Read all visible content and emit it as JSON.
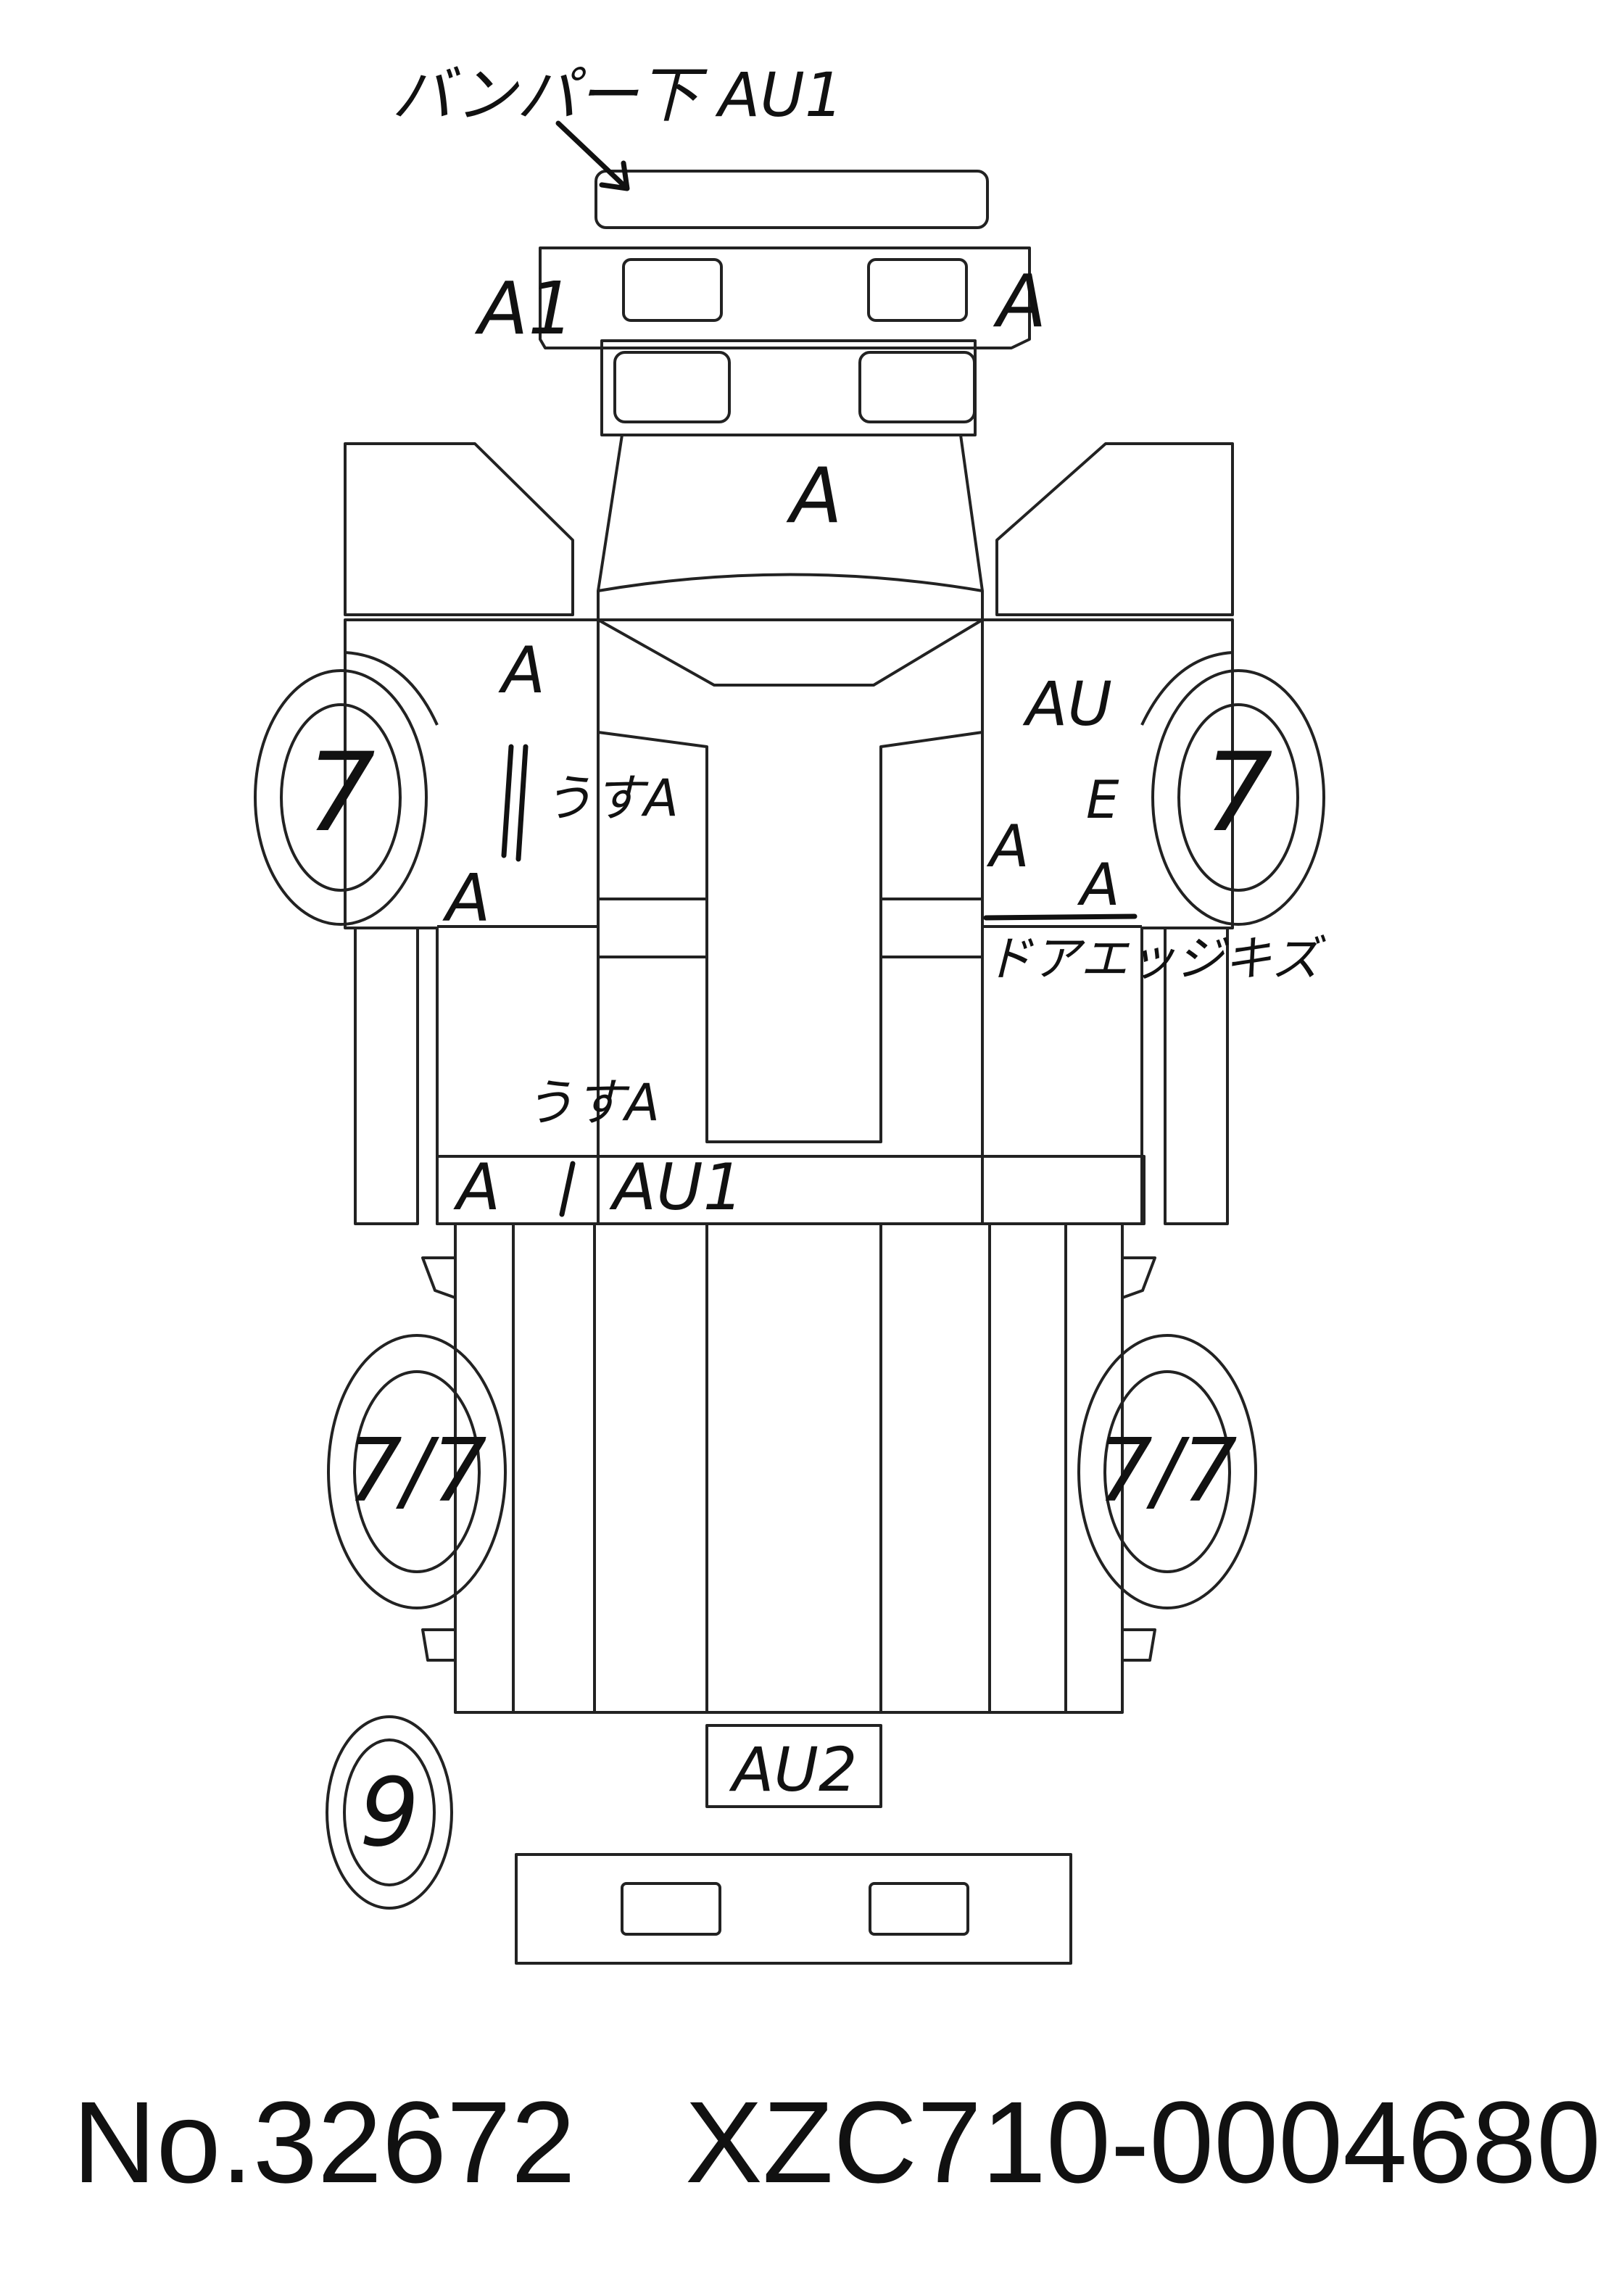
{
  "annotations": {
    "bumper_note": "バンパー下 AU1",
    "front_left_lamp": "A1",
    "front_right_lamp": "A",
    "hood": "A",
    "left_fender": "A",
    "left_fender_lower": "うすA",
    "left_front_door_edge": "A",
    "left_rear_door": "うすA",
    "left_sill_a": "A",
    "left_sill_au1": "AU1",
    "right_fender": "AU",
    "right_door_e": "E",
    "right_door_a1": "A",
    "right_door_a2": "A",
    "right_door_note": "ドアエッジキズ",
    "rear_panel": "AU2"
  },
  "tires": {
    "front_left": "7",
    "front_right": "7",
    "rear_left": "7/7",
    "rear_right": "7/7",
    "spare": "9"
  },
  "footer": {
    "number": "No.32672",
    "chassis": "XZC710-0004680"
  }
}
